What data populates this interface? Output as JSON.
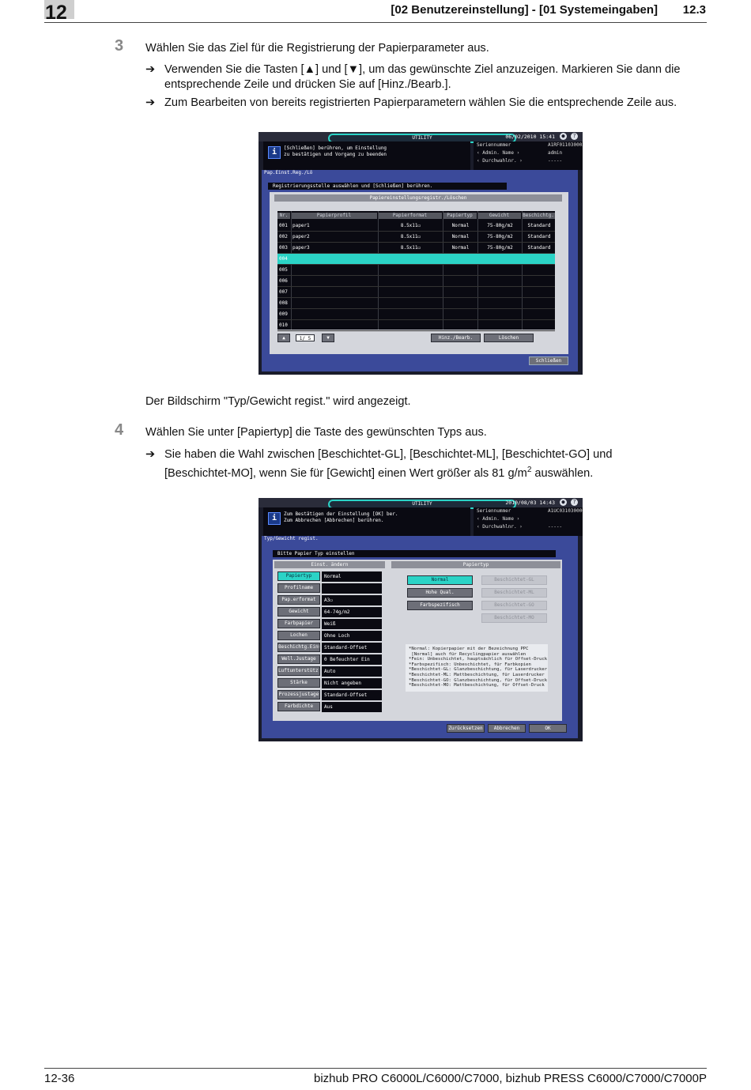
{
  "header": {
    "chapter": "12",
    "title": "[02 Benutzereinstellung] - [01 Systemeingaben]",
    "section": "12.3"
  },
  "footer": {
    "page": "12-36",
    "product": "bizhub PRO C6000L/C6000/C7000,  bizhub PRESS C6000/C7000/C7000P"
  },
  "step3": {
    "number": "3",
    "text": "Wählen Sie das Ziel für die Registrierung der Papierparameter aus.",
    "bullet1_line1": "Verwenden Sie die Tasten [▲] und [▼], um das gewünschte Ziel anzuzeigen. Markieren Sie dann die",
    "bullet1_line2": "entsprechende Zeile und drücken Sie auf [Hinz./Bearb.].",
    "bullet2": "Zum Bearbeiten von bereits registrierten Papierparametern wählen Sie die entsprechende Zeile aus."
  },
  "after_screen1": "Der Bildschirm \"Typ/Gewicht regist.\" wird angezeigt.",
  "step4": {
    "number": "4",
    "text": "Wählen Sie unter [Papiertyp] die Taste des gewünschten Typs aus.",
    "bullet1_line1": "Sie haben die Wahl zwischen [Beschichtet-GL], [Beschichtet-ML], [Beschichtet-GO] und",
    "bullet1_line2_a": "[Beschichtet-MO], wenn Sie für [Gewicht] einen Wert größer als 81 g/m",
    "bullet1_sup": "2",
    "bullet1_line2_b": " auswählen."
  },
  "arrow_glyph": "➔",
  "screen1": {
    "utility": "UTILITY",
    "datetime": "06/02/2010  15:41",
    "message_line1": "[Schließen] berühren, um Einstellung",
    "message_line2": "zu bestätigen und Vorgang zu beenden",
    "serial_label": "Seriennummer",
    "serial_value": "A1RF011030003",
    "admin_label": "‹ Admin. Name ›",
    "admin_value": "admin",
    "dept_label": "‹ Durchwahlnr. ›",
    "dept_value": "-----",
    "panel_title": "Pap.Einst.Reg./Lö",
    "instruction": "Registrierungsstelle auswählen und [Schließen] berühren.",
    "section_title": "Papiereinstellungsregistr./Löschen",
    "columns": [
      "Nr.",
      "Papierprofil",
      "Papierformat",
      "Papiertyp",
      "Gewicht",
      "Beschichtg."
    ],
    "rows": [
      [
        "001",
        "paper1",
        "8.5x11▭",
        "Normal",
        "75-80g/m2",
        "Standard"
      ],
      [
        "002",
        "paper2",
        "8.5x11▭",
        "Normal",
        "75-80g/m2",
        "Standard"
      ],
      [
        "003",
        "paper3",
        "8.5x11▭",
        "Normal",
        "75-80g/m2",
        "Standard"
      ],
      [
        "004",
        "",
        "",
        "",
        "",
        ""
      ],
      [
        "005",
        "",
        "",
        "",
        "",
        ""
      ],
      [
        "006",
        "",
        "",
        "",
        "",
        ""
      ],
      [
        "007",
        "",
        "",
        "",
        "",
        ""
      ],
      [
        "008",
        "",
        "",
        "",
        "",
        ""
      ],
      [
        "009",
        "",
        "",
        "",
        "",
        ""
      ],
      [
        "010",
        "",
        "",
        "",
        "",
        ""
      ]
    ],
    "selected_row": 3,
    "up_btn": "▲",
    "page_indicator": "1/ 5",
    "down_btn": "▼",
    "add_edit_btn": "Hinz./Bearb.",
    "delete_btn": "Löschen",
    "close_btn": "Schließen"
  },
  "screen2": {
    "utility": "UTILITY",
    "datetime": "2010/08/03  14:43",
    "message_line1": "Zum Bestätigen der Einstellung [OK] ber.",
    "message_line2": "Zum Abbrechen [Abbrechen] berühren.",
    "serial_label": "Seriennummer",
    "serial_value": "A1UC031030000",
    "admin_label": "‹ Admin. Name ›",
    "admin_value": "",
    "dept_label": "‹ Durchwahlnr. ›",
    "dept_value": "-----",
    "panel_title": "Typ/Gewicht regist.",
    "instruction": "Bitte Papier Typ einstellen",
    "left_title": "Einst. ändern",
    "right_title": "Papiertyp",
    "settings": [
      {
        "label": "Papiertyp",
        "value": "Normal"
      },
      {
        "label": "Profilname",
        "value": ""
      },
      {
        "label": "Pap.erformat",
        "value": "A3▭"
      },
      {
        "label": "Gewicht",
        "value": "64-74g/m2"
      },
      {
        "label": "Farbpapier",
        "value": "Weiß"
      },
      {
        "label": "Lochen",
        "value": "Ohne Loch"
      },
      {
        "label": "Beschichtg.Einst",
        "value": "Standard-Offset"
      },
      {
        "label": "Well.Justage",
        "value": "0  Befeuchter Ein"
      },
      {
        "label": "Luftunterstütz.",
        "value": "Auto"
      },
      {
        "label": "Stärke",
        "value": "Nicht angeben"
      },
      {
        "label": "Prozessjustage",
        "value": "Standard-Offset"
      },
      {
        "label": "Farbdichte",
        "value": "Aus"
      }
    ],
    "types_left": [
      "Normal",
      "Hohe Qual.",
      "Farbspezifisch"
    ],
    "types_right": [
      "Beschichtet-GL",
      "Beschichtet-ML",
      "Beschichtet-GO",
      "Beschichtet-MO"
    ],
    "notes": [
      "*Normal: Kopierpapier mit der Bezeichnung PPC",
      " [Normal] auch für Recyclingpapier auswählen",
      "*Fein: Unbeschichtet, hauptsächlich für Offset-Druck",
      "*Farbspezifisch: Unbeschichtet, für Farbkopien",
      "*Beschichtet-GL: Glanzbeschichtung, für Laserdrucker",
      "*Beschichtet-ML: Mattbeschichtung, für Laserdrucker",
      "*Beschichtet-GO: Glanzbeschichtung, für Offset-Druck",
      "*Beschichtet-MO: Mattbeschichtung, für Offset-Druck"
    ],
    "back_btn": "Zurücksetzen",
    "cancel_btn": "Abbrechen",
    "ok_btn": "OK"
  }
}
